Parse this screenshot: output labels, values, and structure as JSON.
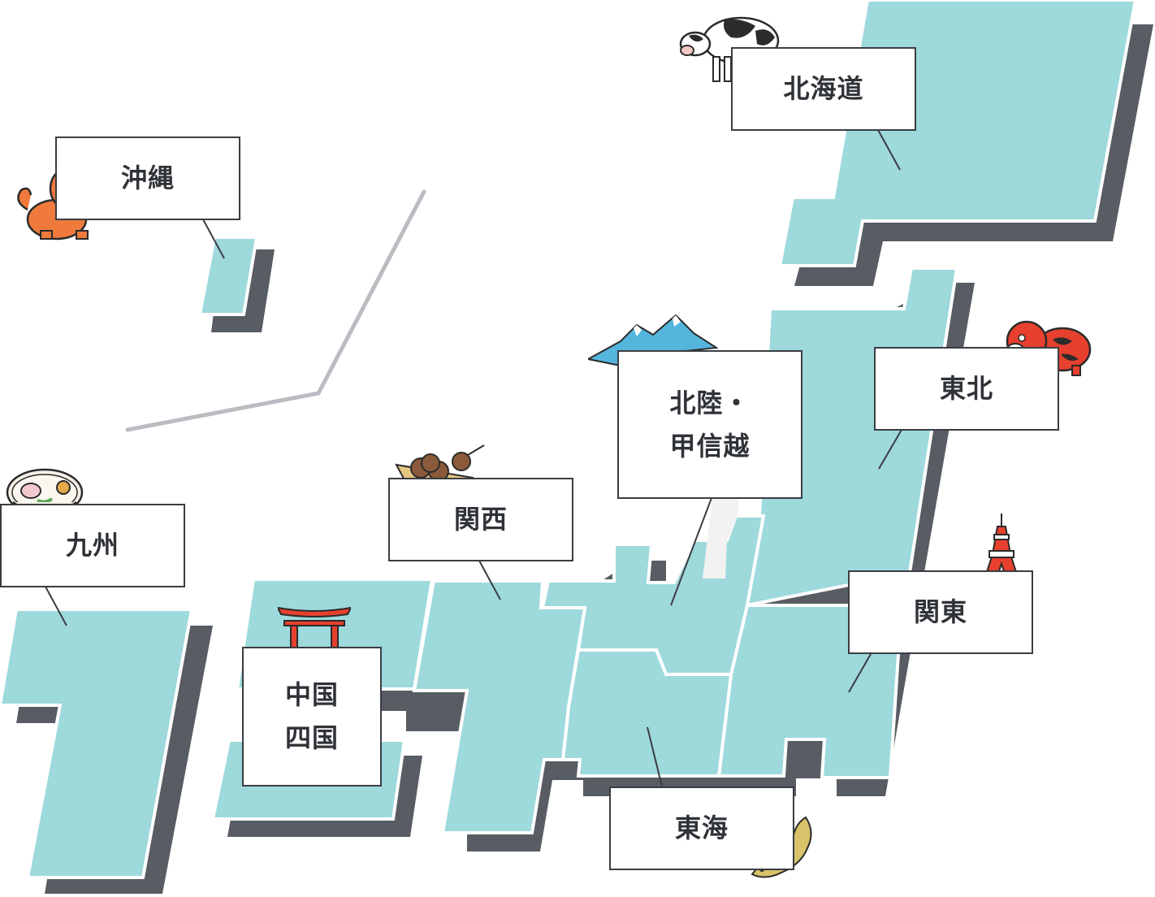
{
  "regions": {
    "hokkaido": {
      "label": "北海道",
      "icon": "cow-icon"
    },
    "okinawa": {
      "label": "沖縄",
      "icon": "shisa-lion-icon"
    },
    "tohoku": {
      "label": "東北",
      "icon": "akabeko-red-cow-icon"
    },
    "hokuriku": {
      "label_line1": "北陸・",
      "label_line2": "甲信越",
      "icon": "mountains-icon"
    },
    "kanto": {
      "label": "関東",
      "icon": "tokyo-tower-icon"
    },
    "kansai": {
      "label": "関西",
      "icon": "takoyaki-icon"
    },
    "chugoku": {
      "label_line1": "中国",
      "label_line2": "四国",
      "icon": "torii-gate-icon"
    },
    "kyushu": {
      "label": "九州",
      "icon": "ramen-bowl-icon"
    },
    "tokai": {
      "label": "東海",
      "icon": "golden-shachihoko-icon"
    }
  },
  "colors": {
    "land": "#9ed9dc",
    "shadow": "#585c63",
    "border": "#3a3d42",
    "divider": "#b9bcc1"
  }
}
